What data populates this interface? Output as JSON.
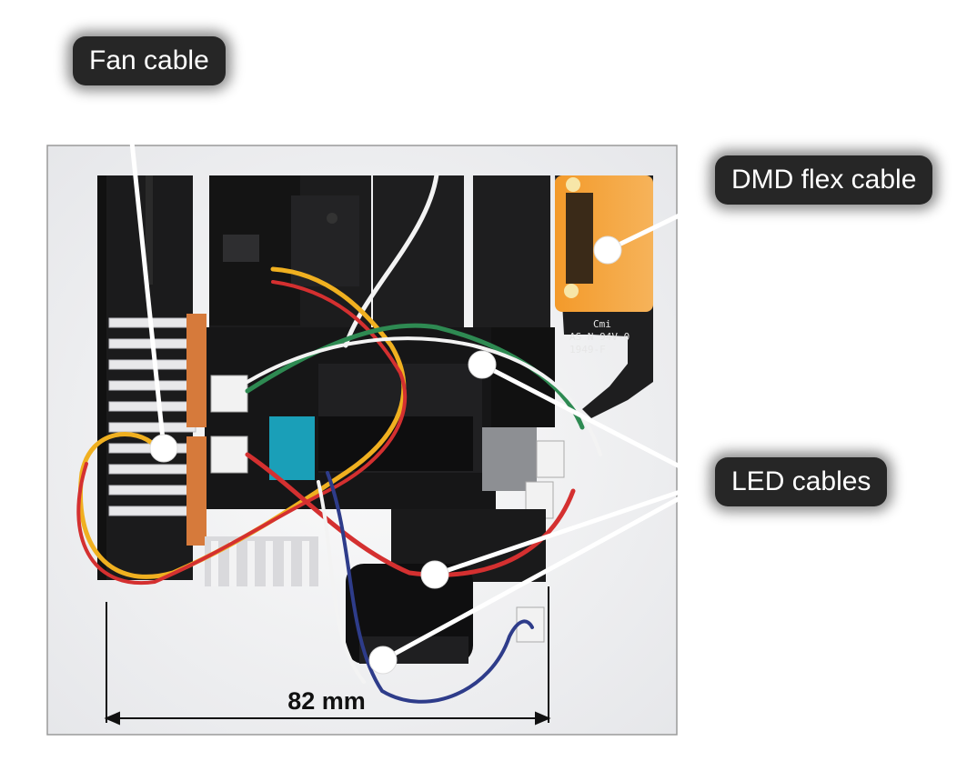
{
  "callouts": {
    "fan": "Fan cable",
    "dmd": "DMD flex cable",
    "led": "LED cables"
  },
  "dimension": {
    "label": "82 mm"
  },
  "board_marking": {
    "line1": "Cmi",
    "line2": "AS N 94V-0",
    "line3": "1949-F"
  },
  "colors": {
    "background": "#ffffff",
    "frame_border": "#9a9a9a",
    "heatsink": "#1a1a1a",
    "flex_cable": "#f29a2e",
    "label_bg": "#262626",
    "label_text": "#ffffff",
    "callout_line": "#ffffff"
  }
}
